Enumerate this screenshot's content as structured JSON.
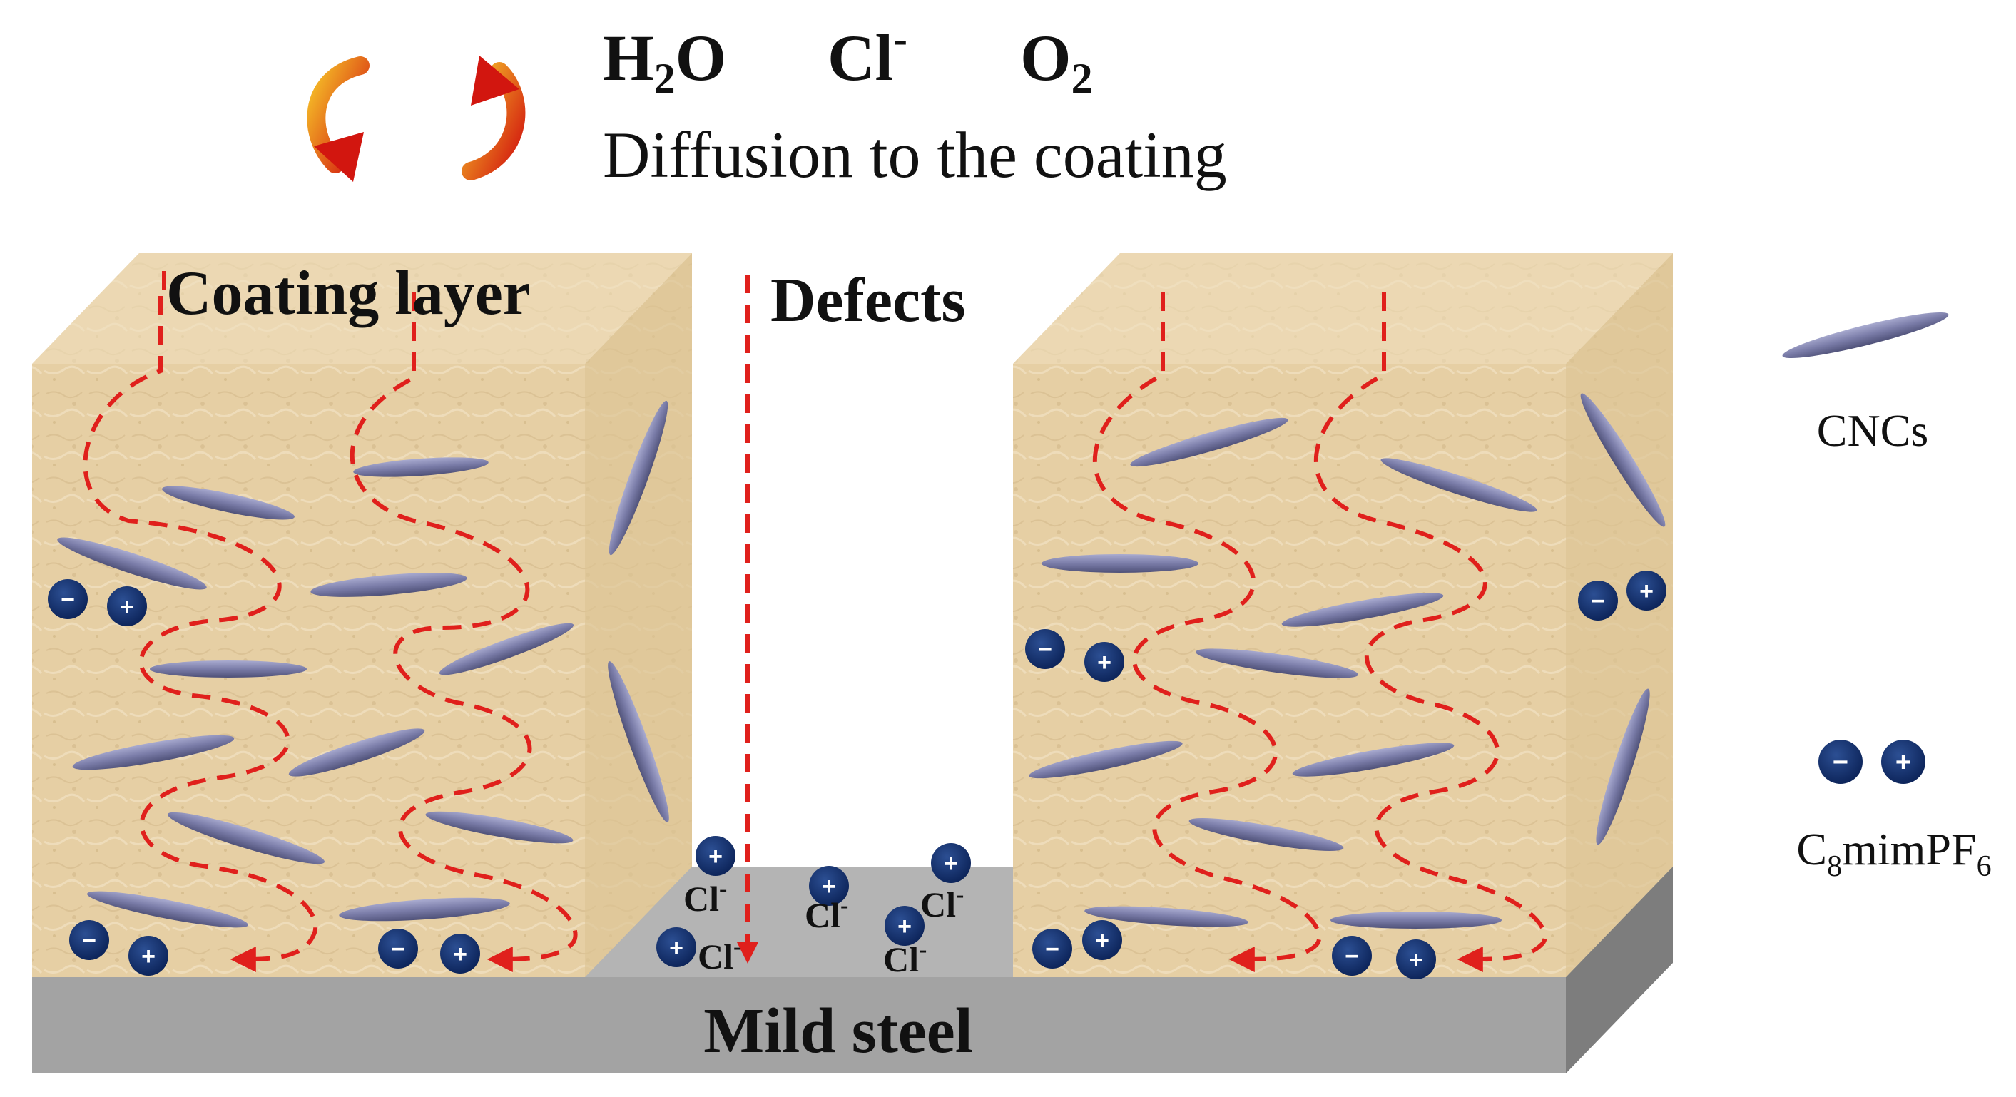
{
  "header": {
    "species": [
      {
        "base": "H",
        "sub": "2",
        "rest": "O",
        "sup": ""
      },
      {
        "base": "Cl",
        "sub": "",
        "rest": "",
        "sup": "-"
      },
      {
        "base": "O",
        "sub": "2",
        "rest": "",
        "sup": ""
      }
    ],
    "caption": "Diffusion to the coating"
  },
  "labels": {
    "coating_layer": "Coating layer",
    "defects": "Defects",
    "mild_steel": "Mild steel"
  },
  "legend": {
    "cnc_label": "CNCs",
    "il_label_base": "C",
    "il_label_sub1": "8",
    "il_label_mid": "mimPF",
    "il_label_sub2": "6"
  },
  "ions": {
    "chloride": {
      "base": "Cl",
      "sup": "-"
    },
    "anion_symbol": "−",
    "cation_symbol": "+"
  },
  "colors": {
    "coating": "#e8d2aa",
    "coating_top": "#efdfbe",
    "coating_side": "#d9c291",
    "steel_top": "#b4b4b4",
    "steel_front": "#a3a3a3",
    "steel_side": "#7d7d7d",
    "cnc": "#7c7ea8",
    "ion": "#12306b",
    "diffusion_path": "#e0201c",
    "cycle_arrow": "#e8a11a"
  },
  "icons": {
    "cycle": "circular-arrows-icon",
    "anion": "minus-circle-icon",
    "cation": "plus-circle-icon"
  }
}
